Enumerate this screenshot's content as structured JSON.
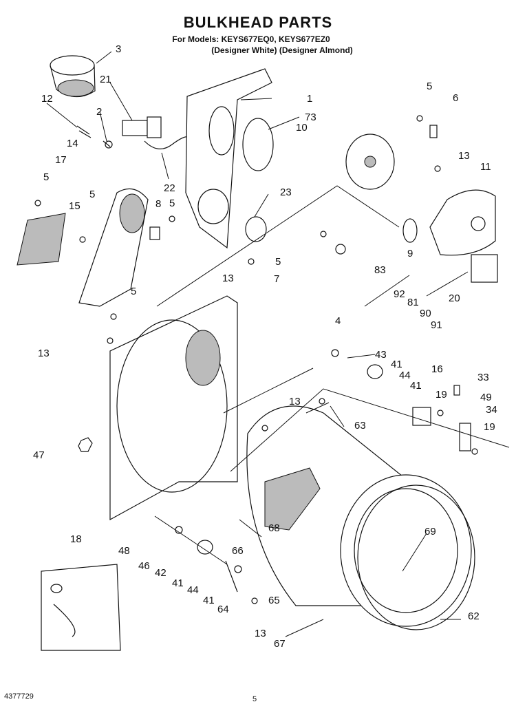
{
  "header": {
    "title": "BULKHEAD PARTS",
    "models_line": "For Models: KEYS677EQ0, KEYS677EZ0",
    "variants_line": "(Designer White) (Designer Almond)"
  },
  "footer": {
    "doc_number": "4377729",
    "page_number": "5"
  },
  "callouts": [
    "3",
    "21",
    "12",
    "2",
    "14",
    "17",
    "5",
    "15",
    "5",
    "8",
    "5",
    "1",
    "73",
    "22",
    "23",
    "5",
    "13",
    "10",
    "6",
    "13",
    "11",
    "5",
    "7",
    "9",
    "83",
    "92",
    "81",
    "90",
    "91",
    "20",
    "4",
    "43",
    "41",
    "44",
    "41",
    "16",
    "33",
    "19",
    "49",
    "34",
    "19",
    "13",
    "13",
    "47",
    "63",
    "68",
    "69",
    "18",
    "48",
    "46",
    "42",
    "41",
    "44",
    "41",
    "66",
    "65",
    "64",
    "13",
    "67",
    "62",
    "5"
  ]
}
